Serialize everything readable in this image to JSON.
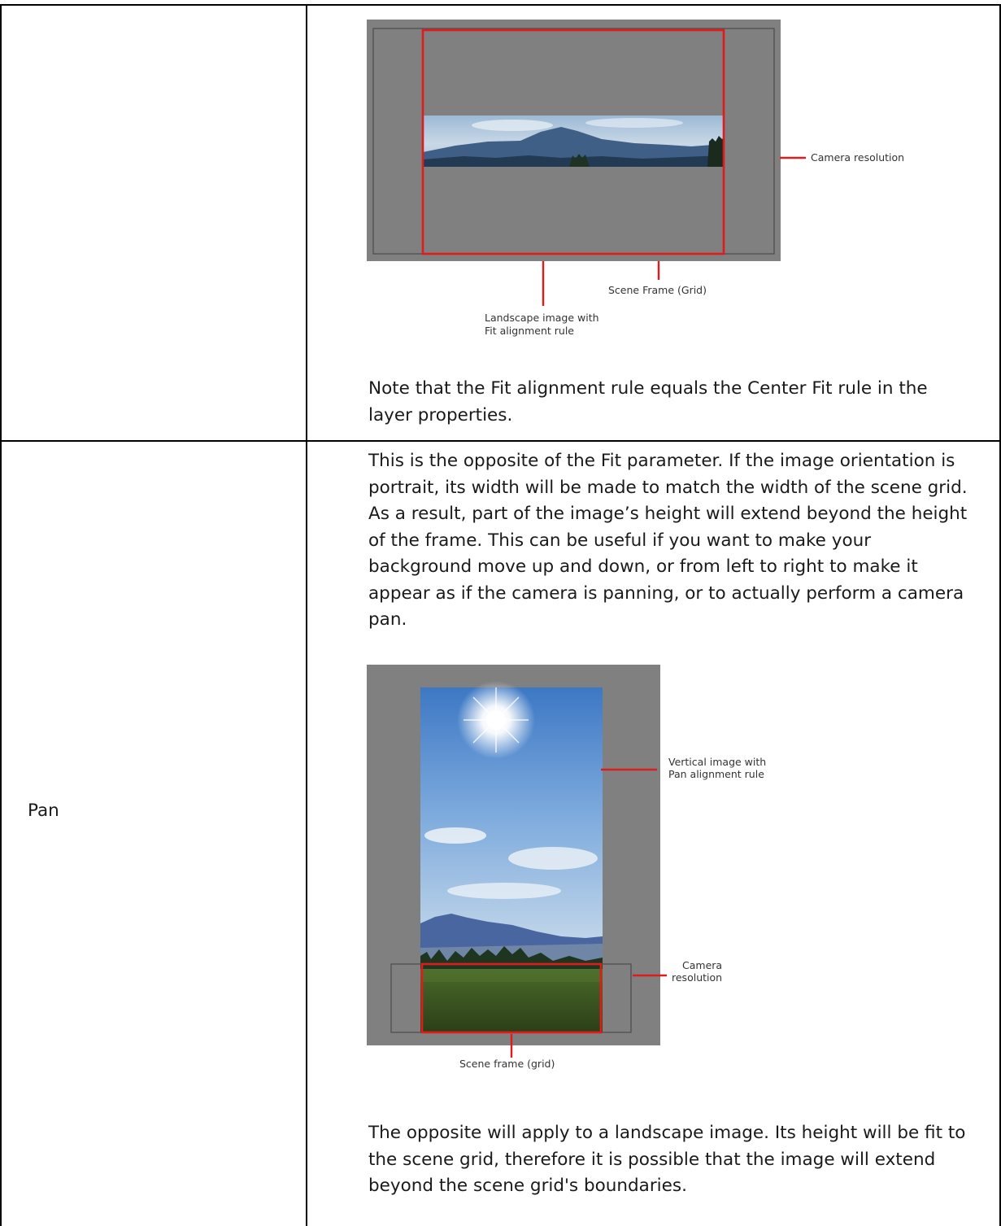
{
  "rows": [
    {
      "label": "",
      "figure": {
        "labels": {
          "camera_resolution": "Camera resolution",
          "scene_frame": "Scene Frame (Grid)",
          "landscape_line1": "Landscape image with",
          "landscape_line2": "Fit alignment rule"
        }
      },
      "note": "Note that the Fit alignment rule equals the Center Fit rule in the layer properties."
    },
    {
      "label": "Pan",
      "description": "This is the opposite of the Fit parameter. If the image orientation is portrait, its width will be made to match the width of the scene grid. As a result, part of the image’s height will extend beyond the height of the frame. This can be useful if you want to make your background move up and down, or from left to right to make it appear as if the camera is panning, or to actually perform a camera pan.",
      "figure": {
        "labels": {
          "vertical_line1": "Vertical image with",
          "vertical_line2": "Pan alignment rule",
          "camera_line1": "Camera",
          "camera_line2": "resolution",
          "scene_frame": "Scene frame (grid)"
        }
      },
      "note": "The opposite will apply to a landscape image. Its height will be fit to the scene grid, therefore it is possible that the image will extend beyond the scene grid's boundaries."
    }
  ],
  "colors": {
    "frame_red": "#e01b1b",
    "canvas_gray": "#808080",
    "border": "#000000"
  }
}
